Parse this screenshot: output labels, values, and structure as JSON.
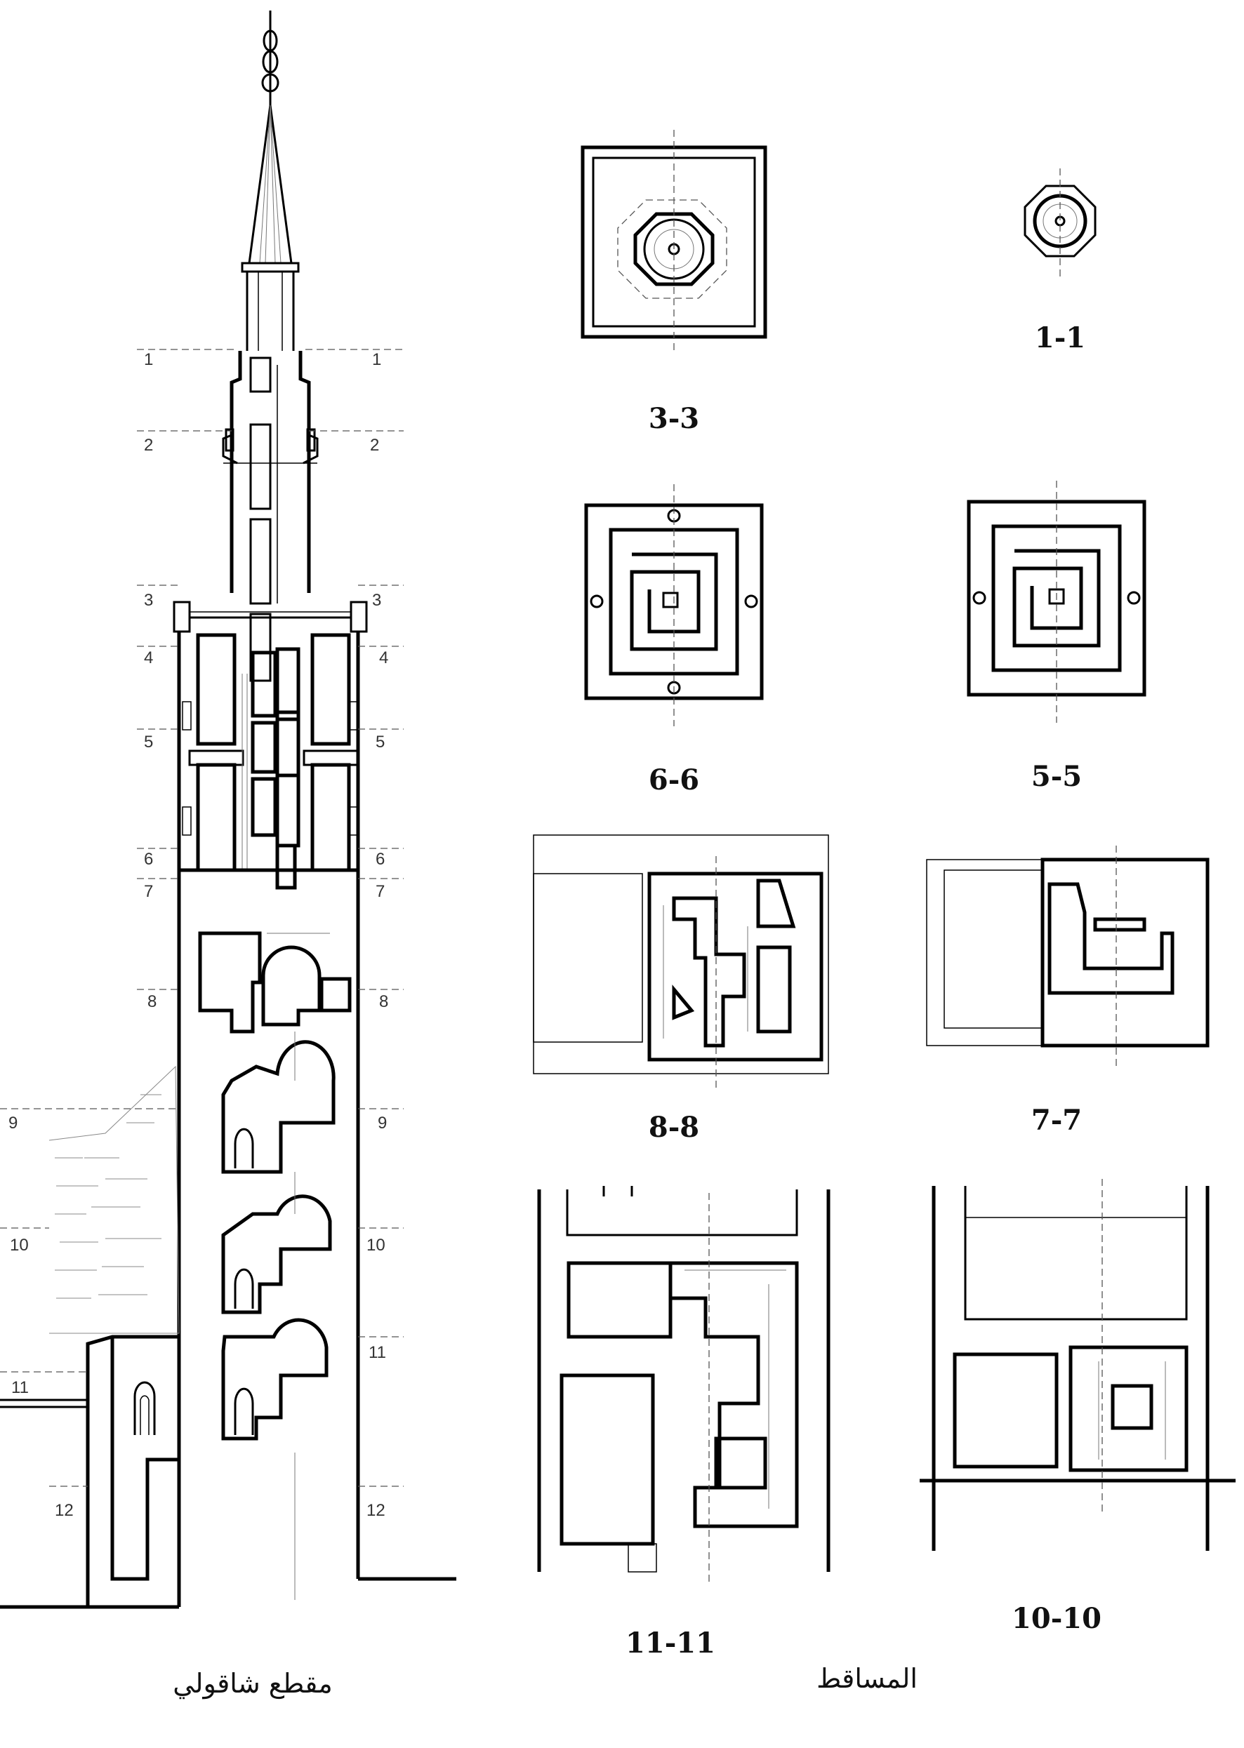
{
  "section": {
    "caption": "مقطع شاقولي",
    "levels": [
      "1",
      "2",
      "3",
      "4",
      "5",
      "6",
      "7",
      "8",
      "9",
      "10",
      "11",
      "12"
    ]
  },
  "plans": {
    "caption": "المساقط",
    "labels": {
      "p1": "1-1",
      "p3": "3-3",
      "p5": "5-5",
      "p6": "6-6",
      "p7": "7-7",
      "p8": "8-8",
      "p10": "10-10",
      "p11": "11-11"
    }
  }
}
